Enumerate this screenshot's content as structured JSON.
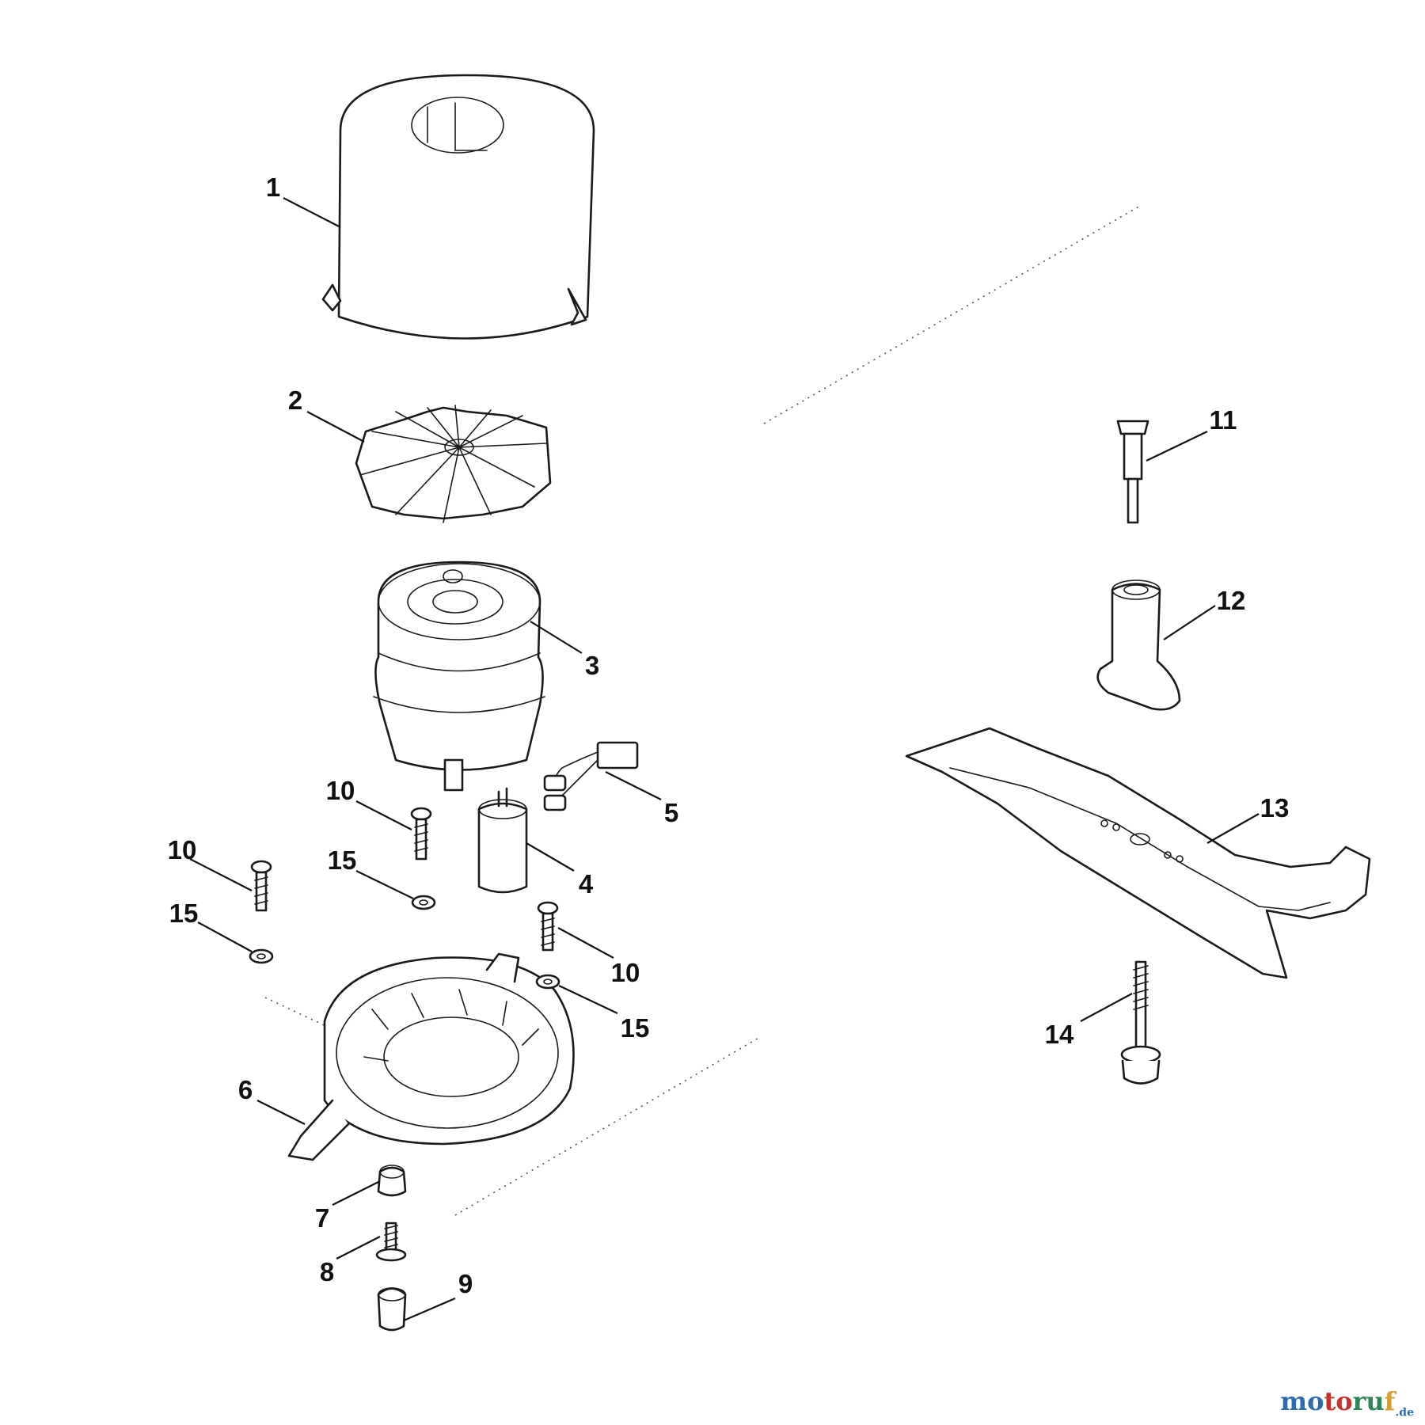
{
  "callouts": {
    "c1": "1",
    "c2": "2",
    "c3": "3",
    "c4": "4",
    "c5": "5",
    "c6": "6",
    "c7": "7",
    "c8": "8",
    "c9": "9",
    "c10a": "10",
    "c10b": "10",
    "c10c": "10",
    "c11": "11",
    "c12": "12",
    "c13": "13",
    "c14": "14",
    "c15a": "15",
    "c15b": "15",
    "c15c": "15"
  },
  "watermark": {
    "text_a": "mo",
    "text_b": "to",
    "text_c": "ru",
    "text_d": "f",
    "suffix": ".de"
  },
  "colors": {
    "line": "#1a1a1a",
    "background": "#ffffff"
  }
}
